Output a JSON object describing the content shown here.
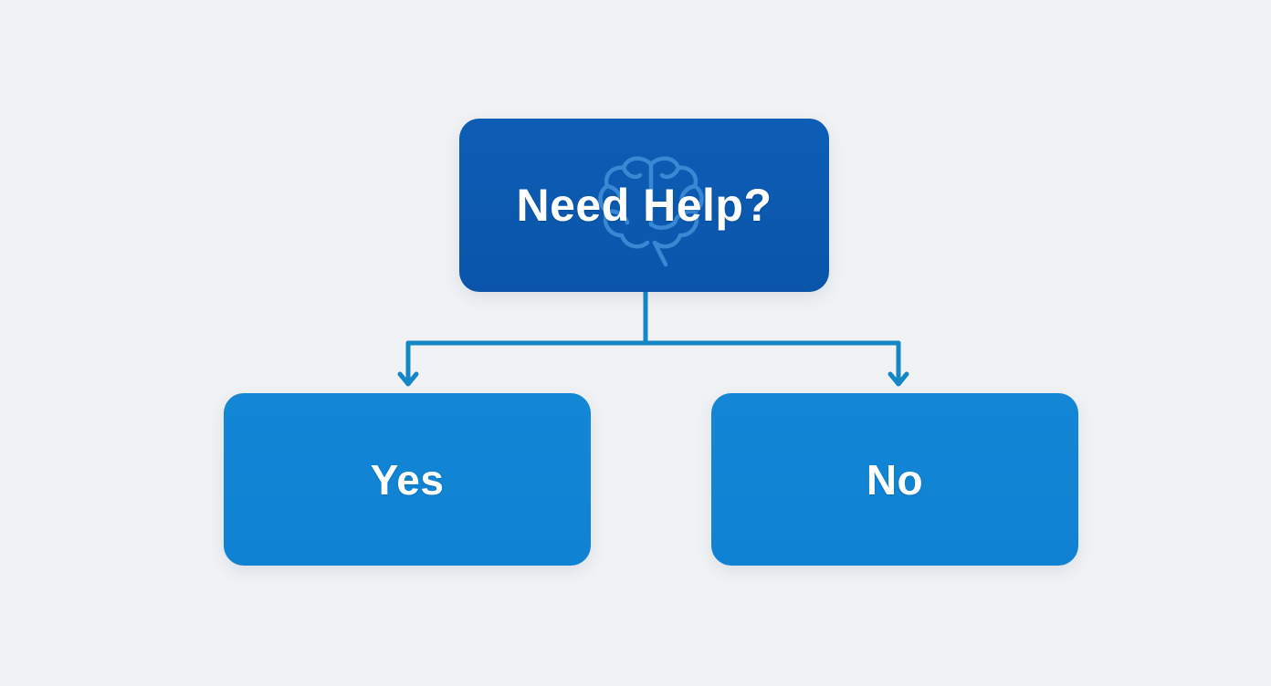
{
  "diagram": {
    "question": {
      "label": "Need Help?",
      "icon": "brain-icon"
    },
    "answers": [
      {
        "label": "Yes"
      },
      {
        "label": "No"
      }
    ]
  },
  "colors": {
    "background": "#f1f2f4",
    "question_fill": "#0b58ae",
    "answer_fill": "#1184d4",
    "connector": "#1687c6",
    "text": "#ffffff"
  }
}
